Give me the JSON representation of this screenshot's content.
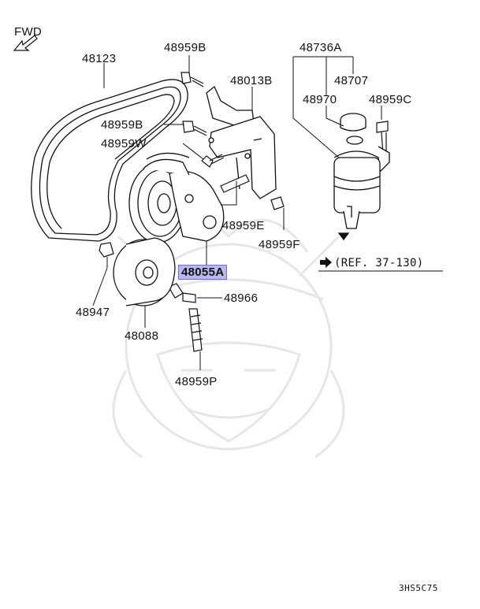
{
  "diagram": {
    "fwd_label": "FWD",
    "labels": {
      "belt": "48123",
      "bolt_top": "48959B",
      "bracket": "48013B",
      "bolt_mid": "48959B",
      "bolt_w": "48959W",
      "bolt_e": "48959E",
      "bolt_f": "48959F",
      "pump": "48055A",
      "nut": "48947",
      "pulley": "48088",
      "bolt_pulley": "48966",
      "stud": "48959P",
      "reservoir": "48736A",
      "cap": "48707",
      "oring": "48970",
      "bolt_c": "48959C"
    },
    "reference": "(REF. 37-130)",
    "code": "3HS5C75",
    "colors": {
      "highlight": "#b8b8ee",
      "line": "#111111",
      "watermark": "#e4e4e4"
    }
  }
}
